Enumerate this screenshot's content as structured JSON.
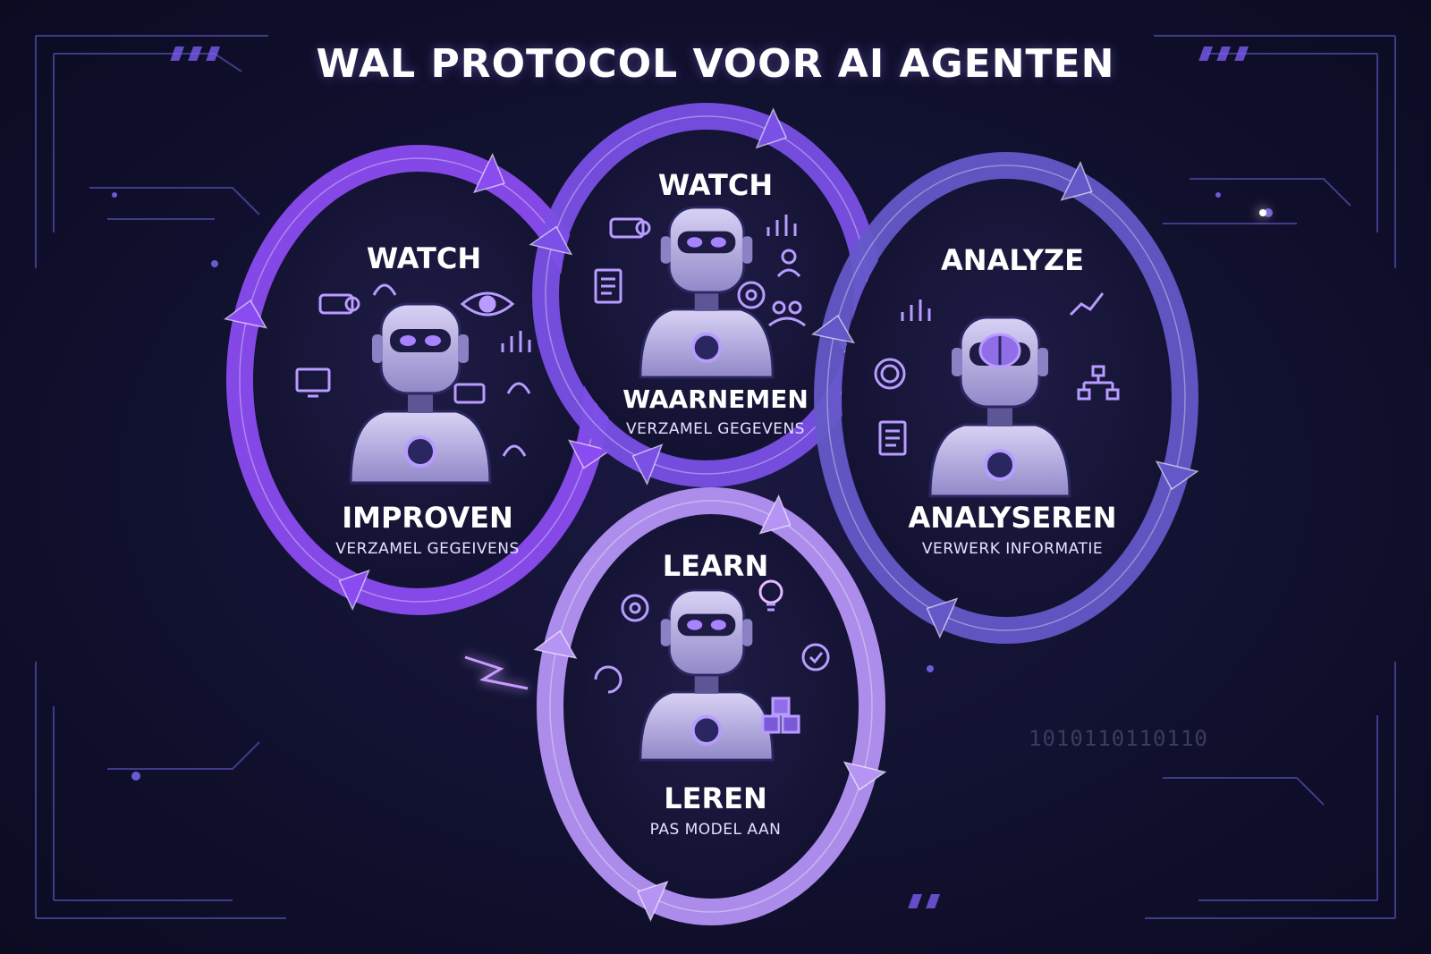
{
  "title": "WAL PROTOCOL VOOR AI AGENTEN",
  "binary_text": "1010110110110",
  "colors": {
    "background": "#111130",
    "ring_left": "#8a4cf0",
    "ring_top": "#7a50e6",
    "ring_right": "#6458c8",
    "ring_bottom": "#b594f4",
    "accent": "#9d7bff"
  },
  "nodes": {
    "watch": {
      "heading": "WATCH",
      "subheading": "WAARNEMEN",
      "caption": "VERZAMEL GEGEVENS"
    },
    "improve": {
      "heading": "WATCH",
      "subheading": "IMPROVEN",
      "caption": "VERZAMEL GEGEIVENS"
    },
    "analyze": {
      "heading": "ANALYZE",
      "subheading": "ANALYSEREN",
      "caption": "VERWERK INFORMATIE"
    },
    "learn": {
      "heading": "LEARN",
      "subheading": "LEREN",
      "caption": "PAS MODEL AAN"
    }
  },
  "icons": {
    "watch": [
      "camera-icon",
      "chart-icon",
      "document-icon",
      "gear-icon",
      "user-icon",
      "group-icon"
    ],
    "improve": [
      "camera-icon",
      "eye-icon",
      "wifi-icon",
      "monitor-icon",
      "chat-icon",
      "chart-icon",
      "cursor-icon",
      "signal-icon"
    ],
    "analyze": [
      "brain-icon",
      "bar-chart-icon",
      "line-chart-icon",
      "hierarchy-icon",
      "fingerprint-icon",
      "list-icon"
    ],
    "learn": [
      "gear-icon",
      "lightbulb-icon",
      "check-badge-icon",
      "cubes-icon",
      "refresh-icon"
    ]
  }
}
